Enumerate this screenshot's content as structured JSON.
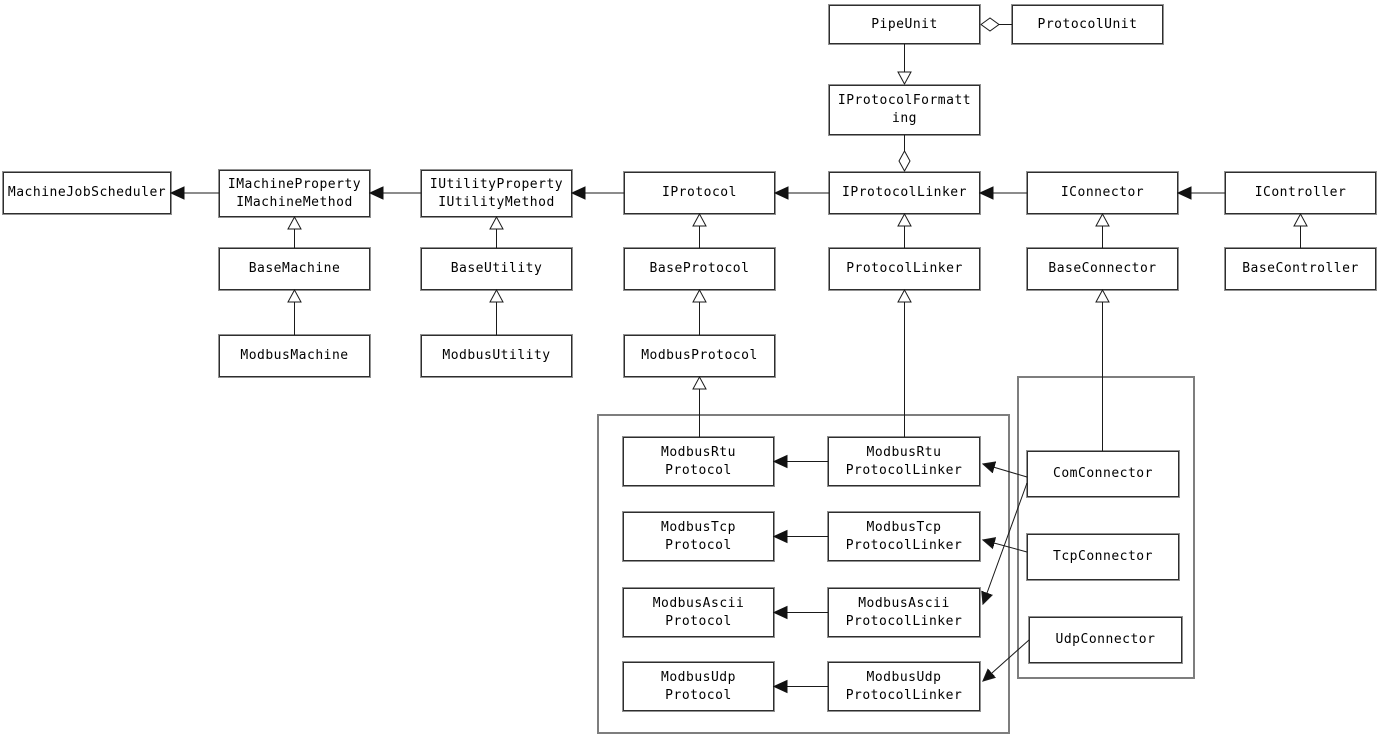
{
  "diagram": {
    "kind": "uml-class-diagram",
    "colors": {
      "background": "#ffffff",
      "box_border": "#2e2e2e",
      "box_border_outer": "#919191",
      "group_border": "#7e7e7e",
      "line": "#1a1a1a"
    },
    "nodes": {
      "pipe_unit": {
        "label": "PipeUnit"
      },
      "protocol_unit": {
        "label": "ProtocolUnit"
      },
      "iprotocol_formatting": {
        "label": "IProtocolFormatting"
      },
      "machine_job_scheduler": {
        "label": "MachineJobScheduler"
      },
      "imachine_property": {
        "label": "IMachineProperty\nIMachineMethod"
      },
      "iutility_property": {
        "label": "IUtilityProperty\nIUtilityMethod"
      },
      "iprotocol": {
        "label": "IProtocol"
      },
      "iprotocol_linker": {
        "label": "IProtocolLinker"
      },
      "iconnector": {
        "label": "IConnector"
      },
      "icontroller": {
        "label": "IController"
      },
      "base_machine": {
        "label": "BaseMachine"
      },
      "base_utility": {
        "label": "BaseUtility"
      },
      "base_protocol": {
        "label": "BaseProtocol"
      },
      "protocol_linker": {
        "label": "ProtocolLinker"
      },
      "base_connector": {
        "label": "BaseConnector"
      },
      "base_controller": {
        "label": "BaseController"
      },
      "modbus_machine": {
        "label": "ModbusMachine"
      },
      "modbus_utility": {
        "label": "ModbusUtility"
      },
      "modbus_protocol": {
        "label": "ModbusProtocol"
      },
      "modbus_rtu_protocol": {
        "label": "ModbusRtu\nProtocol"
      },
      "modbus_rtu_protocol_linker": {
        "label": "ModbusRtu\nProtocolLinker"
      },
      "modbus_tcp_protocol": {
        "label": "ModbusTcp\nProtocol"
      },
      "modbus_tcp_protocol_linker": {
        "label": "ModbusTcp\nProtocolLinker"
      },
      "modbus_ascii_protocol": {
        "label": "ModbusAscii\nProtocol"
      },
      "modbus_ascii_protocol_linker": {
        "label": "ModbusAscii\nProtocolLinker"
      },
      "modbus_udp_protocol": {
        "label": "ModbusUdp\nProtocol"
      },
      "modbus_udp_protocol_linker": {
        "label": "ModbusUdp\nProtocolLinker"
      },
      "com_connector": {
        "label": "ComConnector"
      },
      "tcp_connector": {
        "label": "TcpConnector"
      },
      "udp_connector": {
        "label": "UdpConnector"
      }
    },
    "edges": [
      {
        "from": "PipeUnit",
        "to": "ProtocolUnit",
        "type": "aggregation"
      },
      {
        "from": "PipeUnit",
        "to": "IProtocolFormatting",
        "type": "realization"
      },
      {
        "from": "IProtocolLinker",
        "to": "IProtocolFormatting",
        "type": "aggregation"
      },
      {
        "from": "IMachineProperty/IMachineMethod",
        "to": "MachineJobScheduler",
        "type": "dependency"
      },
      {
        "from": "IUtilityProperty/IUtilityMethod",
        "to": "IMachineProperty/IMachineMethod",
        "type": "dependency"
      },
      {
        "from": "IProtocol",
        "to": "IUtilityProperty/IUtilityMethod",
        "type": "dependency"
      },
      {
        "from": "IProtocolLinker",
        "to": "IProtocol",
        "type": "dependency"
      },
      {
        "from": "IConnector",
        "to": "IProtocolLinker",
        "type": "dependency"
      },
      {
        "from": "IController",
        "to": "IConnector",
        "type": "dependency"
      },
      {
        "from": "BaseMachine",
        "to": "IMachineProperty/IMachineMethod",
        "type": "generalization"
      },
      {
        "from": "ModbusMachine",
        "to": "BaseMachine",
        "type": "generalization"
      },
      {
        "from": "BaseUtility",
        "to": "IUtilityProperty/IUtilityMethod",
        "type": "generalization"
      },
      {
        "from": "ModbusUtility",
        "to": "BaseUtility",
        "type": "generalization"
      },
      {
        "from": "BaseProtocol",
        "to": "IProtocol",
        "type": "generalization"
      },
      {
        "from": "ModbusProtocol",
        "to": "BaseProtocol",
        "type": "generalization"
      },
      {
        "from": "ProtocolLinker",
        "to": "IProtocolLinker",
        "type": "generalization"
      },
      {
        "from": "BaseConnector",
        "to": "IConnector",
        "type": "generalization"
      },
      {
        "from": "BaseController",
        "to": "IController",
        "type": "generalization"
      },
      {
        "from": "ModbusRtuProtocol",
        "to": "ModbusProtocol",
        "type": "generalization"
      },
      {
        "from": "ModbusRtuProtocolLinker",
        "to": "ProtocolLinker",
        "type": "generalization"
      },
      {
        "from": "ComConnector",
        "to": "BaseConnector",
        "type": "generalization"
      },
      {
        "from": "ModbusRtuProtocolLinker",
        "to": "ModbusRtuProtocol",
        "type": "dependency"
      },
      {
        "from": "ModbusTcpProtocolLinker",
        "to": "ModbusTcpProtocol",
        "type": "dependency"
      },
      {
        "from": "ModbusAsciiProtocolLinker",
        "to": "ModbusAsciiProtocol",
        "type": "dependency"
      },
      {
        "from": "ModbusUdpProtocolLinker",
        "to": "ModbusUdpProtocol",
        "type": "dependency"
      },
      {
        "from": "ComConnector",
        "to": "ModbusRtuProtocolLinker",
        "type": "dependency"
      },
      {
        "from": "ComConnector",
        "to": "ModbusAsciiProtocolLinker",
        "type": "dependency"
      },
      {
        "from": "TcpConnector",
        "to": "ModbusTcpProtocolLinker",
        "type": "dependency"
      },
      {
        "from": "UdpConnector",
        "to": "ModbusUdpProtocolLinker",
        "type": "dependency"
      }
    ]
  }
}
